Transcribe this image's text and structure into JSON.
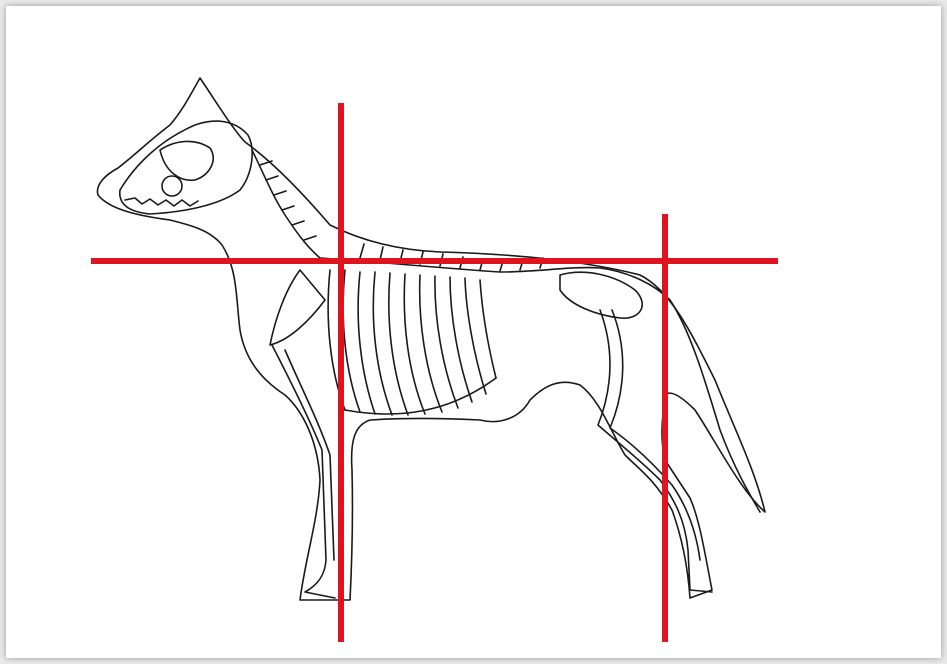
{
  "image": {
    "subject": "dog-skeleton-illustration",
    "colors": {
      "background": "#ffffff",
      "ink": "#1a1a1a",
      "guide_lines": "#e0141e"
    },
    "guide_lines": {
      "horizontal_count": 1,
      "vertical_count": 2
    }
  }
}
